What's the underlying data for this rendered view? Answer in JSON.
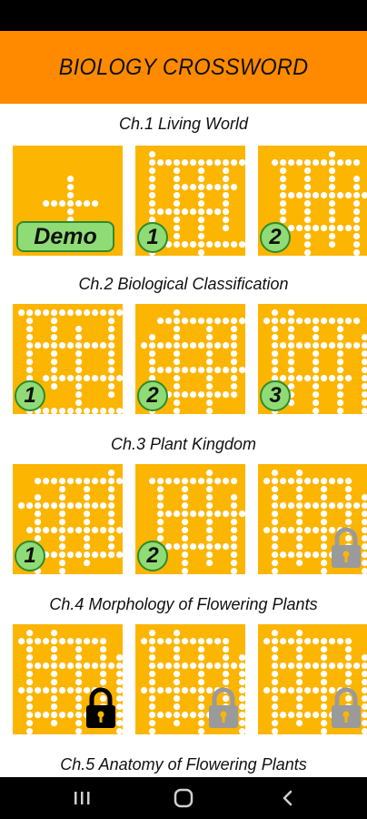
{
  "app": {
    "title": "BIOLOGY CROSSWORD"
  },
  "chapters": [
    {
      "title": "Ch.1 Living World",
      "levels": [
        {
          "label": "Demo",
          "kind": "demo",
          "pattern": "plus"
        },
        {
          "label": "1",
          "kind": "badge",
          "pattern": "p1"
        },
        {
          "label": "2",
          "kind": "badge",
          "pattern": "p2"
        }
      ]
    },
    {
      "title": "Ch.2 Biological Classification",
      "levels": [
        {
          "label": "1",
          "kind": "badge",
          "pattern": "p3"
        },
        {
          "label": "2",
          "kind": "badge",
          "pattern": "p4"
        },
        {
          "label": "3",
          "kind": "badge",
          "pattern": "p5"
        }
      ]
    },
    {
      "title": "Ch.3 Plant Kingdom",
      "levels": [
        {
          "label": "1",
          "kind": "badge",
          "pattern": "p6"
        },
        {
          "label": "2",
          "kind": "badge",
          "pattern": "p2"
        },
        {
          "label": "",
          "kind": "lock-gray",
          "pattern": "p7"
        }
      ]
    },
    {
      "title": "Ch.4 Morphology of Flowering Plants",
      "levels": [
        {
          "label": "",
          "kind": "lock-black",
          "pattern": "p7"
        },
        {
          "label": "",
          "kind": "lock-gray",
          "pattern": "p7"
        },
        {
          "label": "",
          "kind": "lock-gray",
          "pattern": "p7"
        }
      ]
    },
    {
      "title": "Ch.5 Anatomy of Flowering Plants",
      "levels": []
    }
  ],
  "icons": {
    "lock_black": "lock-icon",
    "lock_gray": "lock-icon",
    "nav_recents": "recent-apps-icon",
    "nav_home": "home-icon",
    "nav_back": "back-icon"
  },
  "colors": {
    "header": "#ff8a00",
    "tile": "#fcb500",
    "cell": "#ffffff",
    "badge": "#8fdc77",
    "badge_border": "#2e8b2e"
  }
}
